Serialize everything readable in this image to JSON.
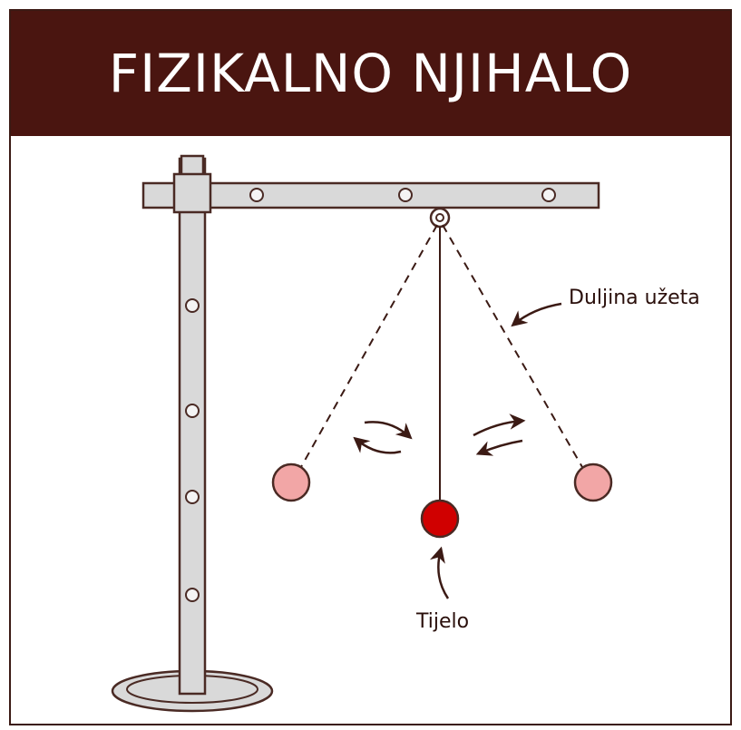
{
  "title": "FIZIKALNO NJIHALO",
  "labels": {
    "rope_length": "Duljina užeta",
    "body": "Tijelo"
  },
  "colors": {
    "banner": "#4a1510",
    "frame": "#3b1a14",
    "stand_fill": "#d9d9d9",
    "stand_stroke": "#4a2a24",
    "bob_active": "#d00000",
    "bob_faded": "#f2a6a6"
  }
}
